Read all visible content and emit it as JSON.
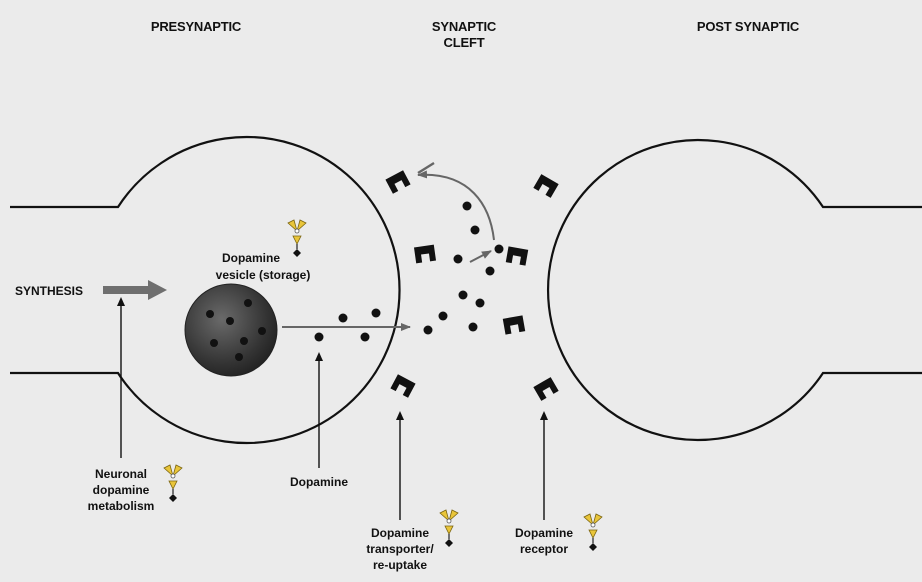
{
  "headers": {
    "presynaptic": "PRESYNAPTIC",
    "cleft_line1": "SYNAPTIC",
    "cleft_line2": "CLEFT",
    "postsynaptic": "POST SYNAPTIC"
  },
  "labels": {
    "synthesis": "SYNTHESIS",
    "vesicle_line1": "Dopamine",
    "vesicle_line2": "vesicle (storage)",
    "dopamine": "Dopamine",
    "metabolism_line1": "Neuronal",
    "metabolism_line2": "dopamine",
    "metabolism_line3": "metabolism",
    "transporter_line1": "Dopamine",
    "transporter_line2": "transporter/",
    "transporter_line3": "re-uptake",
    "receptor_line1": "Dopamine",
    "receptor_line2": "receptor"
  },
  "colors": {
    "background": "#ebebeb",
    "outline": "#111111",
    "arrow_gray": "#6f6f6f",
    "radiation_yellow": "#e9c53a",
    "vesicle": "#3a3a3a"
  },
  "icons": [
    "radiation-tracer-icon"
  ]
}
